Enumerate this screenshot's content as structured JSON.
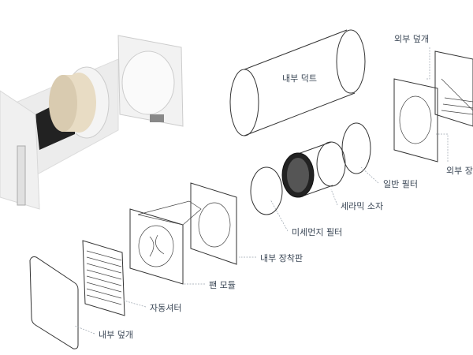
{
  "labels": {
    "outer_cover": "외부 덮개",
    "inner_duct": "내부 덕트",
    "outer_mount": "외부 장",
    "general_filter": "일반 필터",
    "ceramic_core": "세라믹 소자",
    "fine_dust_filter": "미세먼지 필터",
    "inner_mount_plate": "내부 장착판",
    "fan_module": "팬 모듈",
    "auto_shutter": "자동셔터",
    "inner_cover": "내부 덮개"
  }
}
